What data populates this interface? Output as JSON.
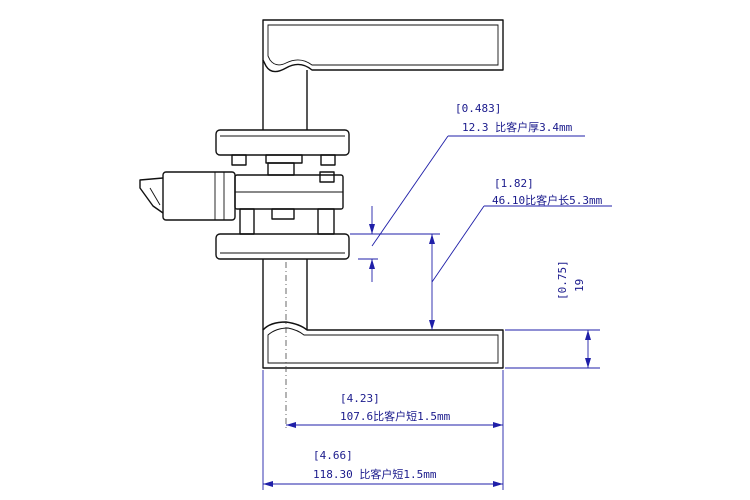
{
  "dimensions": {
    "rose_thickness": {
      "inch": "[0.483]",
      "mm": "12.3  比客户厚3.4mm"
    },
    "rose_to_lever": {
      "inch": "[1.82]",
      "mm": "46.10比客户长5.3mm"
    },
    "lever_height": {
      "inch": "[0.75]",
      "mm": "19"
    },
    "lever_length": {
      "inch": "[4.23]",
      "mm": "107.6比客户短1.5mm"
    },
    "overall_length": {
      "inch": "[4.66]",
      "mm": "118.30  比客户短1.5mm"
    }
  },
  "colors": {
    "outline": "#111111",
    "dimension": "#1f1fa8",
    "text": "#1a1a8c"
  }
}
